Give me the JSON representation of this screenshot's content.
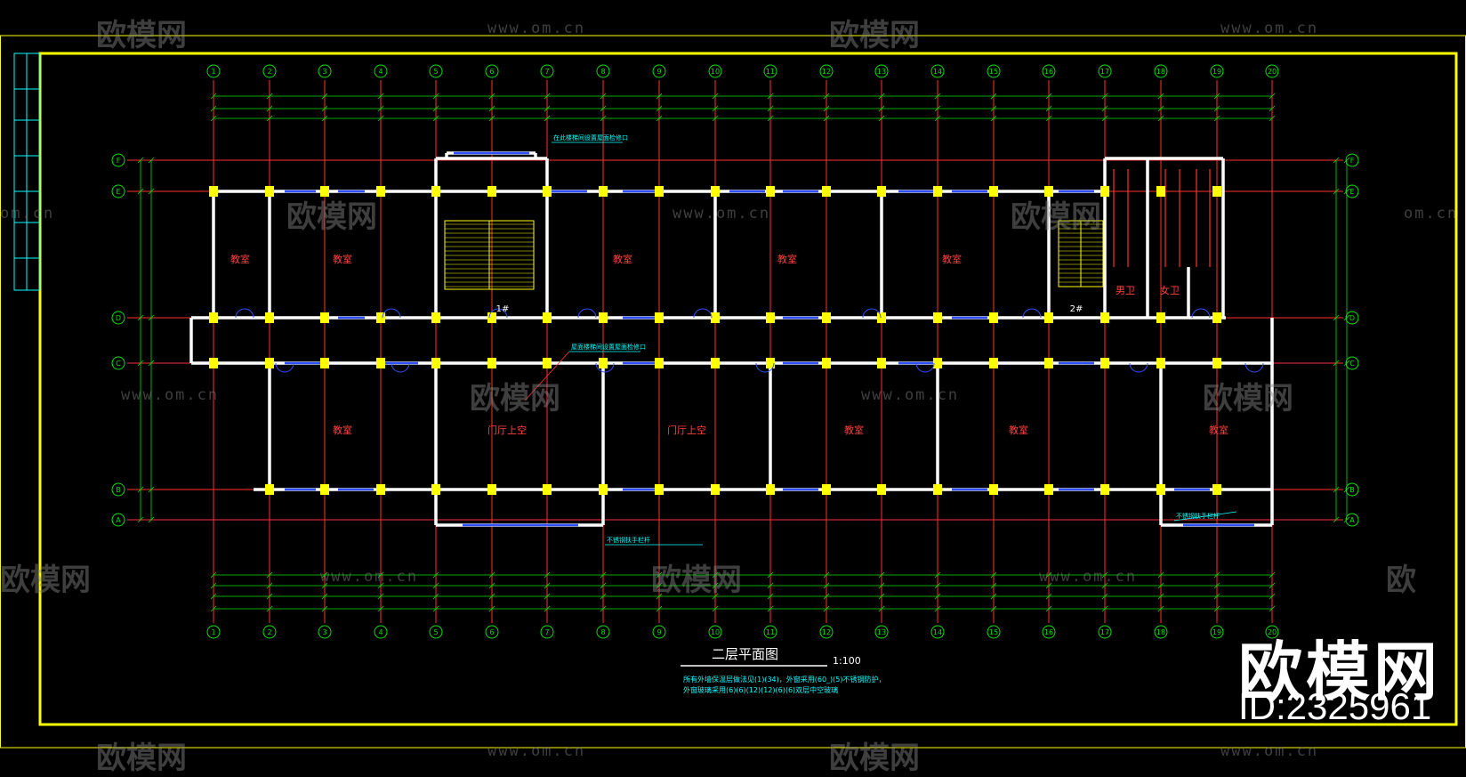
{
  "drawing": {
    "title": "二层平面图",
    "scale": "1:100",
    "notes": [
      "所有外墙保温层做法见(1)(34)，外窗采用(60_)(5)不锈钢防护，",
      "外窗玻璃采用(6)(6)(12)(12)(6)(6)双层中空玻璃"
    ],
    "colors": {
      "background": "#000000",
      "grid": "#ff3030",
      "dimension": "#00e000",
      "wall": "#ffffff",
      "column": "#ffff00",
      "window": "#3050ff",
      "frame": "#ffff00",
      "room_label": "#ff4040",
      "annotation": "#00ffff"
    },
    "axes_numbers": [
      "1",
      "2",
      "3",
      "4",
      "5",
      "6",
      "7",
      "8",
      "9",
      "10",
      "11",
      "12",
      "13",
      "14",
      "15",
      "16",
      "17",
      "18",
      "19",
      "20"
    ],
    "axes_letters": [
      "F",
      "E",
      "D",
      "C",
      "B",
      "A"
    ],
    "rooms": [
      {
        "label": "教室"
      },
      {
        "label": "教室"
      },
      {
        "label": "教室"
      },
      {
        "label": "教室"
      },
      {
        "label": "教室"
      },
      {
        "label": "教室"
      },
      {
        "label": "教室"
      },
      {
        "label": "门厅上空"
      },
      {
        "label": "教室"
      },
      {
        "label": "教室"
      },
      {
        "label": "教室"
      },
      {
        "label": "教室"
      },
      {
        "label": "男卫"
      },
      {
        "label": "女卫"
      }
    ],
    "stairs": [
      {
        "label": "1#"
      },
      {
        "label": "2#"
      }
    ],
    "callouts": [
      "在此楼梯间设置屋面检修口",
      "屋面楼梯间设置屋面检修口",
      "不锈钢扶手栏杆",
      "不锈钢扶手栏杆"
    ]
  },
  "watermark": {
    "logo_text": "欧模网",
    "url_text": "www.om.cn",
    "cut_left": "欧模网",
    "cut_right": "欧",
    "cut_url": "om.cn"
  },
  "brand": {
    "name": "欧模网",
    "id": "ID:2325961"
  }
}
